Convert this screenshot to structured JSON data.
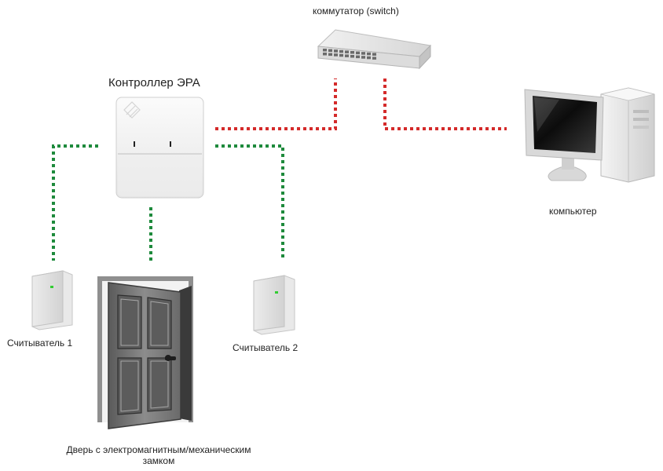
{
  "labels": {
    "switch": "коммутатор (switch)",
    "controller": "Контроллер ЭРА",
    "computer": "компьютер",
    "reader1": "Считыватель 1",
    "reader2": "Считыватель 2",
    "door_line1": "Дверь с электромагнитным/механическим",
    "door_line2": "замком"
  },
  "icons": {
    "switch": "network-switch-icon",
    "controller": "controller-box-icon",
    "computer": "desktop-computer-icon",
    "reader": "card-reader-icon",
    "door": "door-icon"
  },
  "colors": {
    "ethernet_link": "#d42a2a",
    "device_link": "#1e8a3c"
  }
}
